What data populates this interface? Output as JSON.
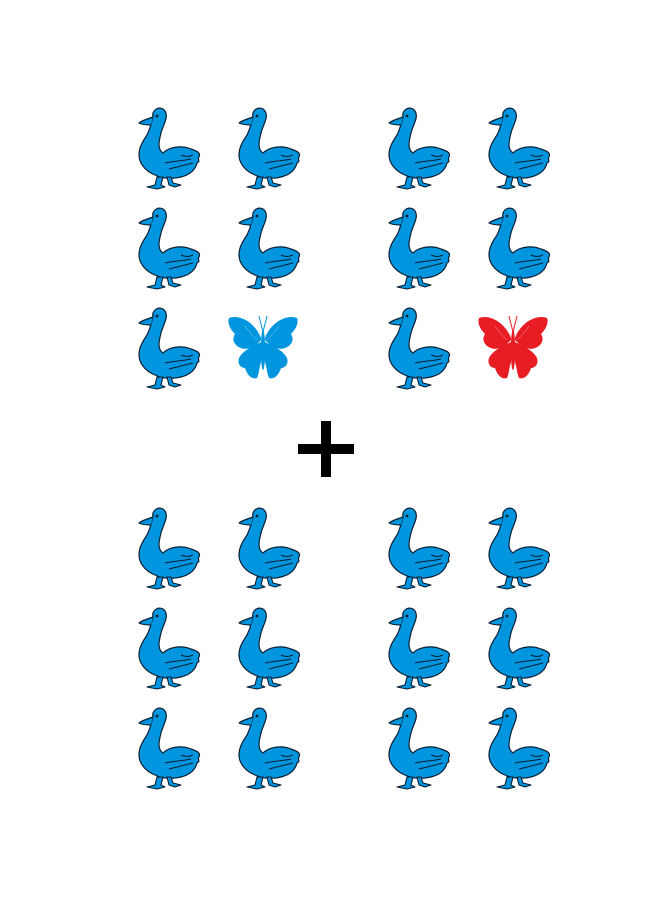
{
  "colors": {
    "background": "#ffffff",
    "duck": "#0096DF",
    "outline": "#0a1e32",
    "plus": "#000000"
  },
  "operator": {
    "symbol": "plus-sign"
  },
  "groups": [
    {
      "id": "top-left",
      "cells": [
        {
          "kind": "duck"
        },
        {
          "kind": "duck"
        },
        {
          "kind": "duck"
        },
        {
          "kind": "duck"
        },
        {
          "kind": "duck"
        },
        {
          "kind": "butterfly",
          "color": "#0096DF"
        }
      ]
    },
    {
      "id": "top-right",
      "cells": [
        {
          "kind": "duck"
        },
        {
          "kind": "duck"
        },
        {
          "kind": "duck"
        },
        {
          "kind": "duck"
        },
        {
          "kind": "duck"
        },
        {
          "kind": "butterfly",
          "color": "#E81C23"
        }
      ]
    },
    {
      "id": "bottom-left",
      "cells": [
        {
          "kind": "duck"
        },
        {
          "kind": "duck"
        },
        {
          "kind": "duck"
        },
        {
          "kind": "duck"
        },
        {
          "kind": "duck"
        },
        {
          "kind": "duck"
        }
      ]
    },
    {
      "id": "bottom-right",
      "cells": [
        {
          "kind": "duck"
        },
        {
          "kind": "duck"
        },
        {
          "kind": "duck"
        },
        {
          "kind": "duck"
        },
        {
          "kind": "duck"
        },
        {
          "kind": "duck"
        }
      ]
    }
  ]
}
